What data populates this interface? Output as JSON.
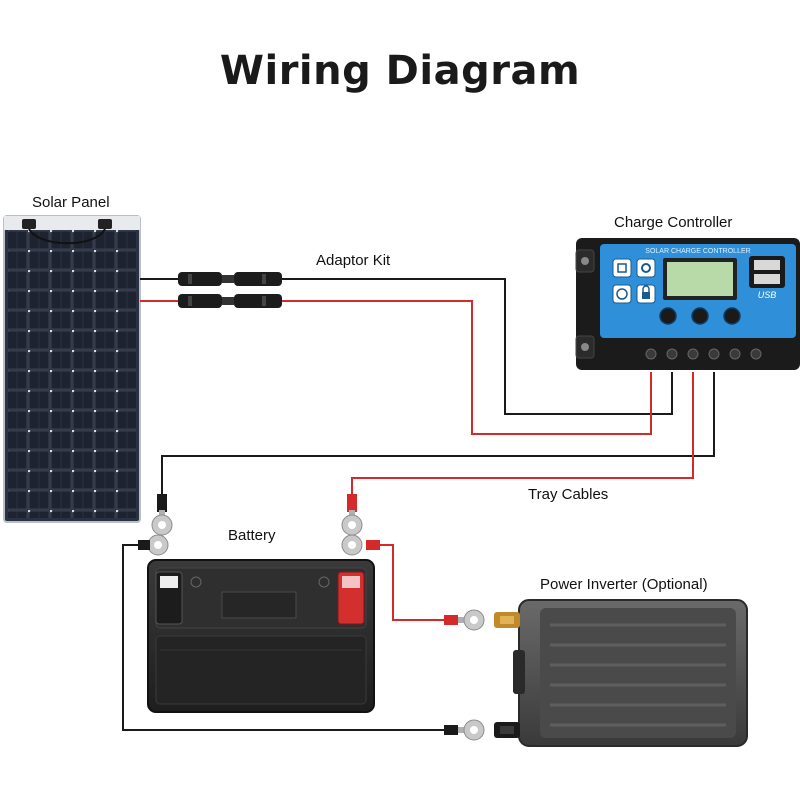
{
  "title": "Wiring Diagram",
  "labels": {
    "solar_panel": "Solar Panel",
    "adaptor_kit": "Adaptor Kit",
    "charge_controller": "Charge Controller",
    "tray_cables": "Tray Cables",
    "battery": "Battery",
    "power_inverter": "Power Inverter (Optional)"
  },
  "controller": {
    "header": "SOLAR CHARGE CONTROLLER",
    "usb_label": "USB"
  },
  "colors": {
    "positive_wire": "#d42a2a",
    "negative_wire": "#1a1a1a",
    "controller_panel": "#2f8fd8",
    "battery_body": "#2b2b2b",
    "battery_positive": "#d32f2f",
    "inverter_body": "#555555"
  }
}
